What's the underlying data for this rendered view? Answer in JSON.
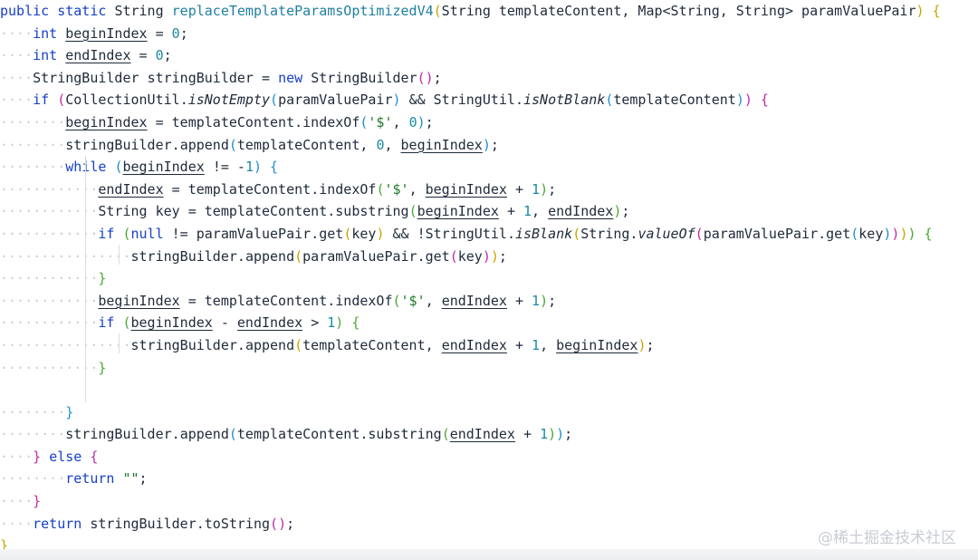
{
  "code_lines": [
    "public static String replaceTemplateParamsOptimizedV4(String templateContent, Map<String, String> paramValuePair) {",
    "    int beginIndex = 0;",
    "    int endIndex = 0;",
    "    StringBuilder stringBuilder = new StringBuilder();",
    "    if (CollectionUtil.isNotEmpty(paramValuePair) && StringUtil.isNotBlank(templateContent)) {",
    "        beginIndex = templateContent.indexOf('$', 0);",
    "        stringBuilder.append(templateContent, 0, beginIndex);",
    "        while (beginIndex != -1) {",
    "            endIndex = templateContent.indexOf('$', beginIndex + 1);",
    "            String key = templateContent.substring(beginIndex + 1, endIndex);",
    "            if (null != paramValuePair.get(key) && !StringUtil.isBlank(String.valueOf(paramValuePair.get(key)))) {",
    "                stringBuilder.append(paramValuePair.get(key));",
    "            }",
    "            beginIndex = templateContent.indexOf('$', endIndex + 1);",
    "            if (beginIndex - endIndex > 1) {",
    "                stringBuilder.append(templateContent, endIndex + 1, beginIndex);",
    "            }",
    "",
    "        }",
    "        stringBuilder.append(templateContent.substring(endIndex + 1));",
    "    } else {",
    "        return \"\";",
    "    }",
    "    return stringBuilder.toString();",
    "}"
  ],
  "watermark": "@稀土掘金技术社区",
  "colors": {
    "keyword": "#1640c8",
    "method_declaration": "#1f7fa0",
    "number": "#1a8aa0",
    "string": "#1a7a2a",
    "bracket_yellow": "#c9a400",
    "bracket_magenta": "#c02aa6",
    "bracket_blue": "#1d8fd1",
    "bracket_green": "#4aa832",
    "whitespace_dots": "#c9ced6"
  }
}
